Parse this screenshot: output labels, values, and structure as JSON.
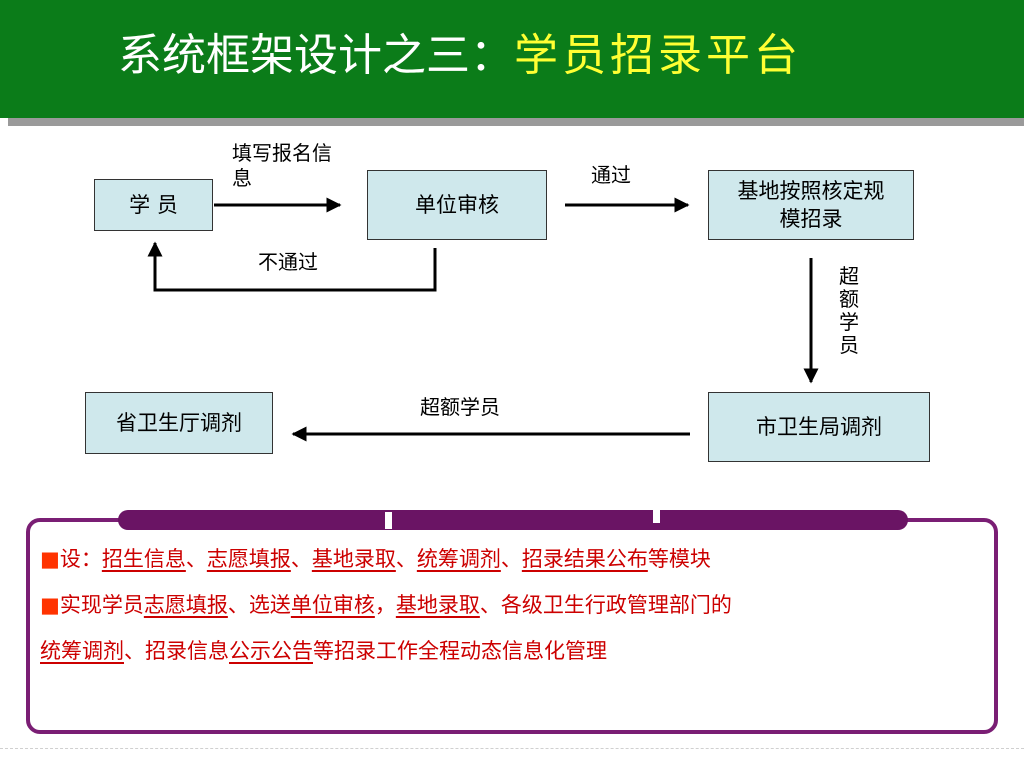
{
  "slide": {
    "title_main": "系统框架设计之三：",
    "title_highlight": "学员招录平台"
  },
  "flow": {
    "student": "学 员",
    "unit_review": "单位审核",
    "base_recruit": "基地按照核定规模招录",
    "city_bureau": "市卫生局调剂",
    "province_dept": "省卫生厅调剂",
    "label_fill_info": "填写报名信息",
    "label_pass": "通过",
    "label_fail": "不通过",
    "label_excess_vertical": "超额学员",
    "label_excess_horizontal": "超额学员"
  },
  "bullets": {
    "bullet_mark": "■",
    "line1": {
      "prefix": "设：",
      "item1": "招生信息",
      "sep1": "、",
      "item2": "志愿填报",
      "sep2": "、",
      "item3": "基地录取",
      "sep3": "、",
      "item4": "统筹调剂",
      "sep4": "、",
      "item5": "招录结果公布",
      "suffix": "等模块"
    },
    "line2": {
      "t1": "实现学员",
      "u1": "志愿填报",
      "t2": "、选送",
      "u2": "单位审核",
      "t3": "，",
      "u3": "基地录取",
      "t4": "、各级卫生行政管理部门的"
    },
    "line3": {
      "u1": "统筹调剂",
      "t1": "、招录信息",
      "u2": "公示公告",
      "t2": "等招录工作全程动态信息化管理"
    }
  },
  "colors": {
    "header_bg": "#0b7c19",
    "title_highlight": "#ffff33",
    "box_fill": "#cfe8ec",
    "panel_border": "#7a1e74",
    "bullet_text": "#cc0000",
    "bullet_mark": "#ff3300"
  }
}
